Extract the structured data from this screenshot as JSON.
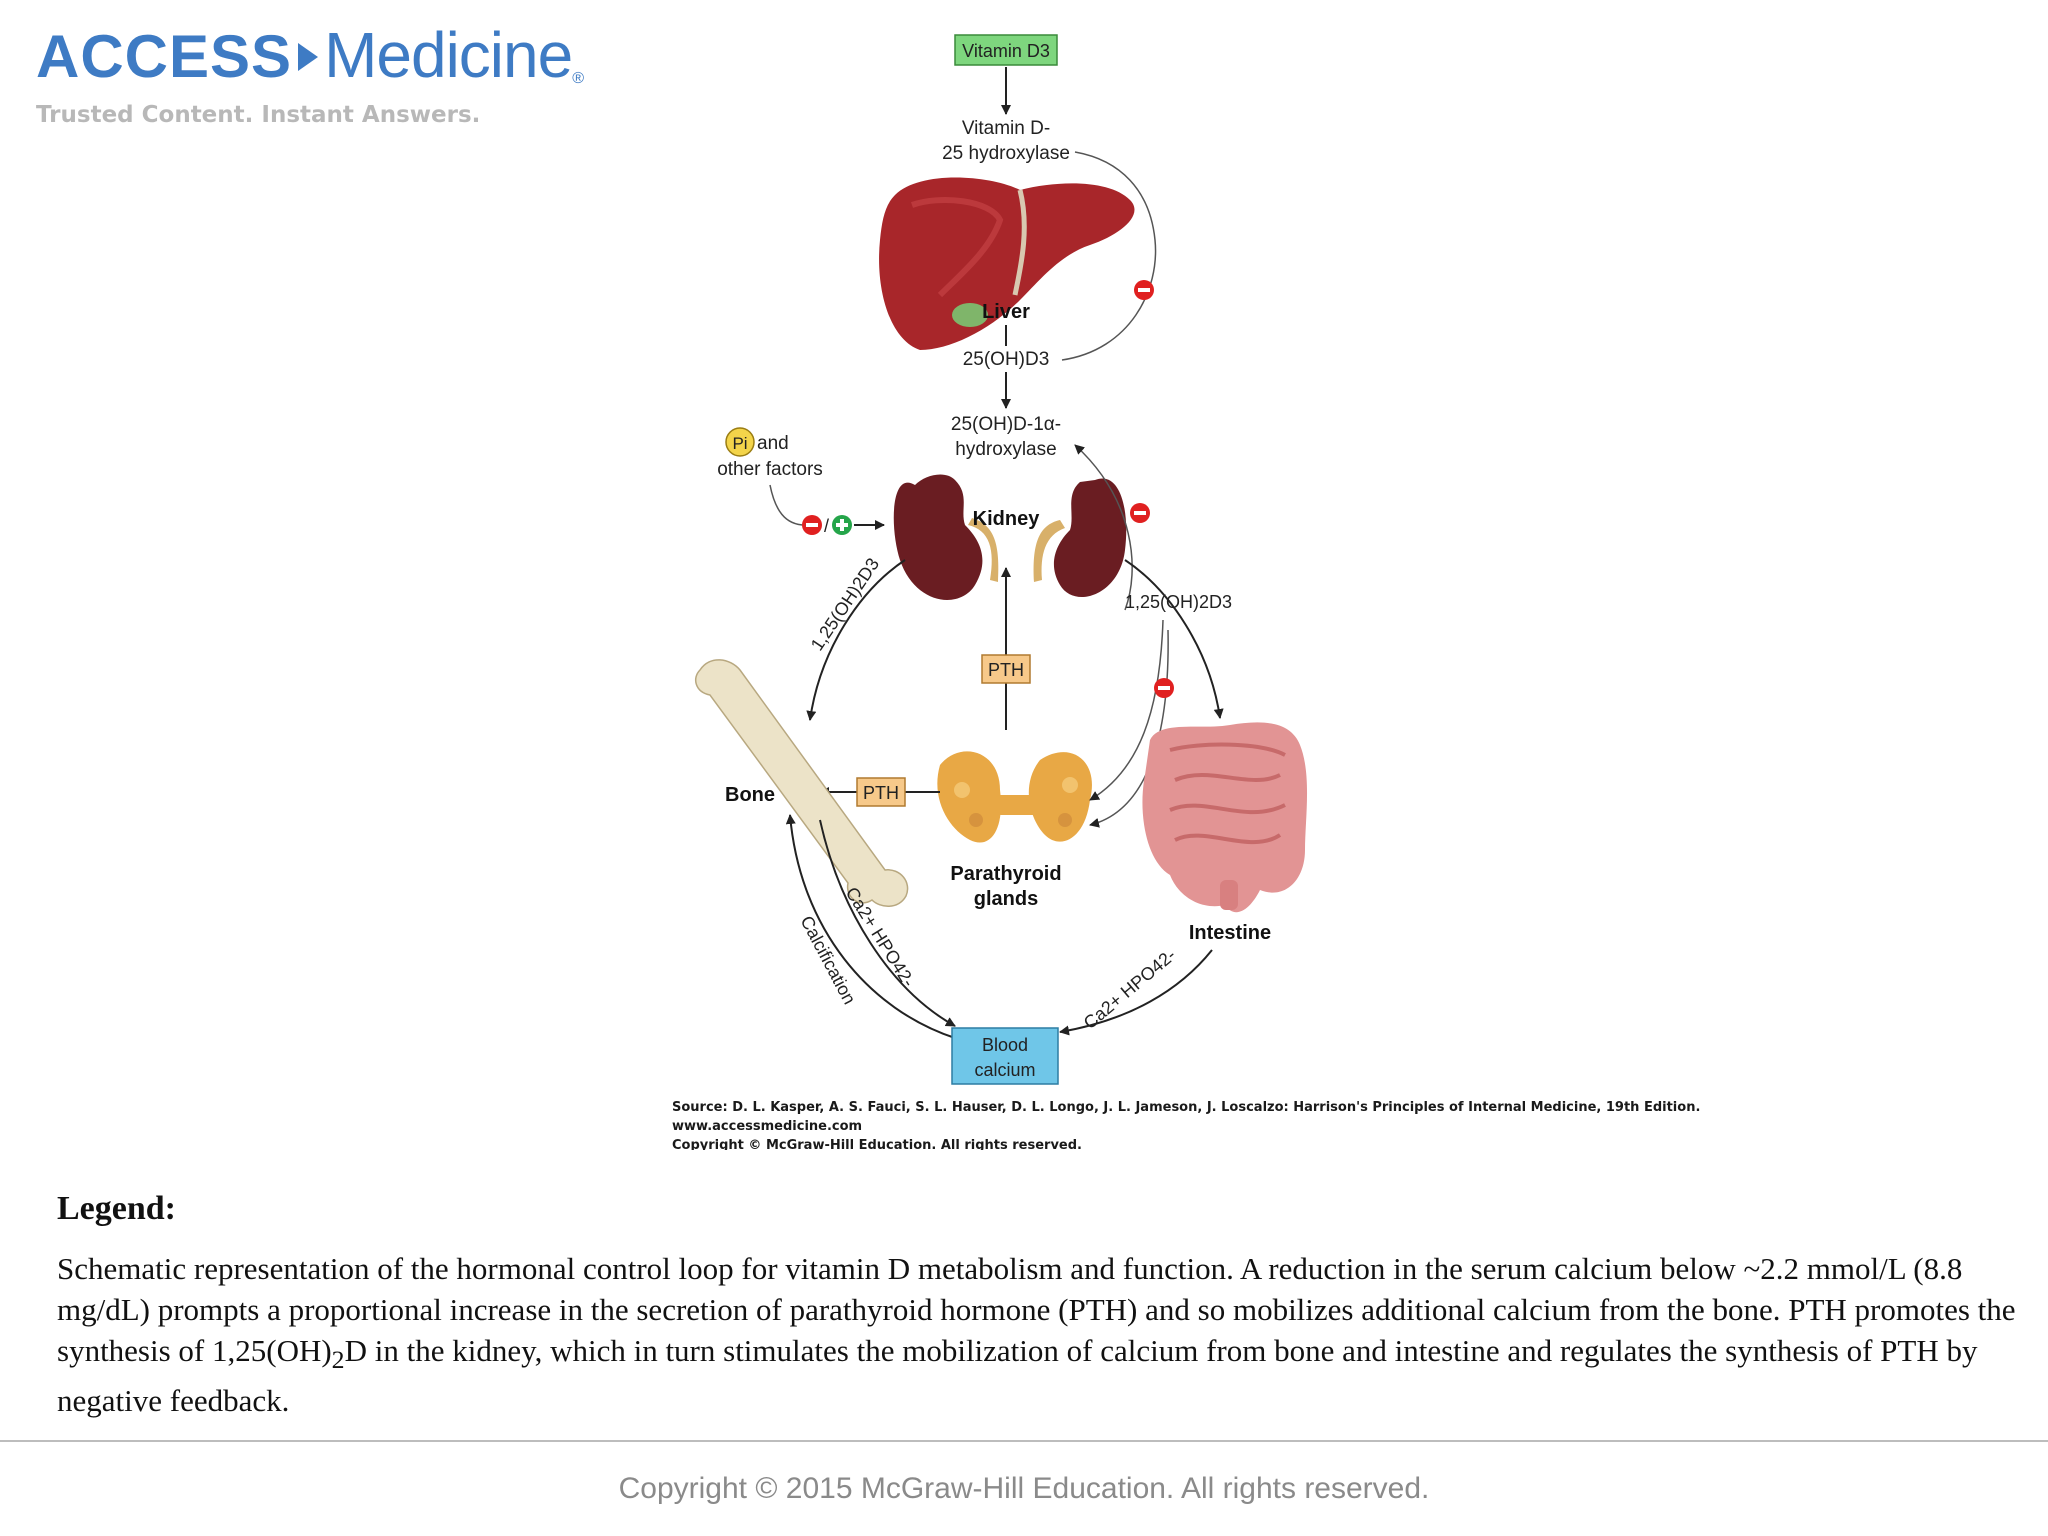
{
  "logo": {
    "brand_access": "ACCESS",
    "brand_medicine": "Medicine",
    "registered": "®",
    "tagline": "Trusted Content. Instant Answers."
  },
  "diagram": {
    "vitamin_d3": "Vitamin D3",
    "hydroxylase_25_line1": "Vitamin D-",
    "hydroxylase_25_line2": "25 hydroxylase",
    "liver": "Liver",
    "metabolite_25oh": "25(OH)D3",
    "hydroxylase_1a_line1": "25(OH)D-1α-",
    "hydroxylase_1a_line2": "hydroxylase",
    "pi_symbol": "Pi",
    "pi_line1": "and",
    "pi_line2": "other factors",
    "kidney": "Kidney",
    "calcitriol_left": "1,25(OH)2D3",
    "calcitriol_right": "1,25(OH)2D3",
    "pth_vertical": "PTH",
    "pth_horizontal": "PTH",
    "bone": "Bone",
    "parathyroid_line1": "Parathyroid",
    "parathyroid_line2": "glands",
    "intestine": "Intestine",
    "ca_hpo4_left": "Ca2+ HPO42-",
    "calcification": "Calcification",
    "ca_hpo4_right": "Ca2+ HPO42-",
    "blood_calcium_line1": "Blood",
    "blood_calcium_line2": "calcium",
    "source_line1": "Source: D. L. Kasper, A. S. Fauci, S. L. Hauser, D. L. Longo, J. L. Jameson, J. Loscalzo: Harrison's Principles of Internal Medicine, 19th Edition.",
    "source_line2": "www.accessmedicine.com",
    "source_line3": "Copyright © McGraw-Hill Education.  All rights reserved.",
    "colors": {
      "vitamin_box": "#7ed67e",
      "pth_box": "#f7c98a",
      "blood_box": "#6fc6e8",
      "organ_liver": "#a8262a",
      "organ_kidney": "#6a1d22",
      "bone": "#ece3c8",
      "parathyroid": "#e8a845",
      "intestine": "#e29494",
      "inhibit": "#e02020",
      "stimulate": "#25a54a"
    }
  },
  "legend": {
    "title": "Legend:",
    "text_part1": "Schematic representation of the hormonal control loop for vitamin D metabolism and function. A reduction in the serum calcium below ~2.2 mmol/L (8.8 mg/dL) prompts a proportional increase in the secretion of parathyroid hormone (PTH) and so mobilizes additional calcium from the bone. PTH promotes the synthesis of 1,25(OH)",
    "text_sub": "2",
    "text_part2": "D in the kidney, which in turn stimulates the mobilization of calcium from bone and intestine and regulates the synthesis of PTH by negative feedback."
  },
  "footer": {
    "copyright": "Copyright © 2015 McGraw-Hill Education. All rights reserved."
  }
}
